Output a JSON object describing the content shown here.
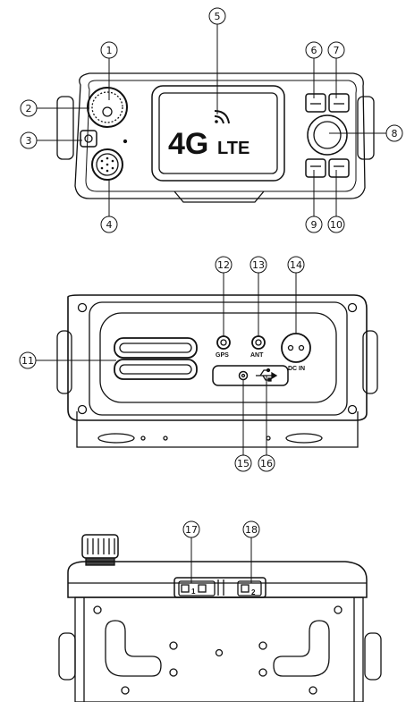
{
  "screen": {
    "logo_main": "4G",
    "logo_sub": "LTE"
  },
  "rear_panel": {
    "gps_label": "GPS",
    "ant_label": "ANT",
    "dc_label": "DC IN"
  },
  "bottom_panel": {
    "slot1_label": "1",
    "slot2_label": "2"
  },
  "callouts": [
    "1",
    "2",
    "3",
    "4",
    "5",
    "6",
    "7",
    "8",
    "9",
    "10",
    "11",
    "12",
    "13",
    "14",
    "15",
    "16",
    "17",
    "18"
  ]
}
